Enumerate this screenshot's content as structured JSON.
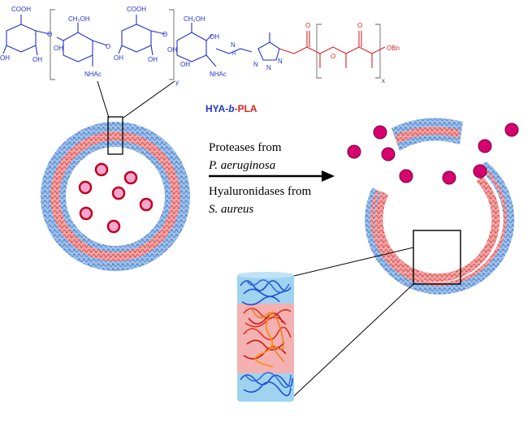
{
  "chemical_structure": {
    "hya_labels": {
      "cooh_1": "COOH",
      "ch2oh_1": "CH₂OH",
      "cooh_2": "COOH",
      "ch2oh_2": "CH₂OH",
      "oh_a": "OH",
      "oh_b": "OH",
      "oh_c": "OH",
      "oh_d": "OH",
      "oh_e": "OH",
      "oh_f": "OH",
      "oh_g": "OH",
      "oh_h": "OH",
      "o_link_1": "O",
      "o_link_2": "O",
      "o_link_3": "O",
      "nhac_1": "NHAc",
      "nhac_2": "NHAc",
      "nh": "H",
      "n_amine": "N",
      "repeat_y": "y",
      "triazole_n1": "N",
      "triazole_n2": "N",
      "triazole_n3": "N"
    },
    "pla_labels": {
      "o_carbonyl_1": "O",
      "o_ester": "O",
      "o_carbonyl_2": "O",
      "obn": "OBn",
      "repeat_x": "x"
    },
    "copolymer_name": {
      "part1": "HYA-",
      "part2": "b",
      "part3": "-PLA"
    }
  },
  "reaction": {
    "above_line1": "Proteases from",
    "above_line2": "P. aeruginosa",
    "below_line1": "Hyaluronidases from",
    "below_line2": "S. aureus"
  },
  "colors": {
    "hya_blue": "#2233cc",
    "pla_red": "#dd2222",
    "shell_blue": "#8fb7e6",
    "core_pink": "#f09a9a",
    "cargo_magenta": "#d6006e",
    "cargo_ring": "#c00020",
    "cargo_fill": "#f3a6cf"
  }
}
